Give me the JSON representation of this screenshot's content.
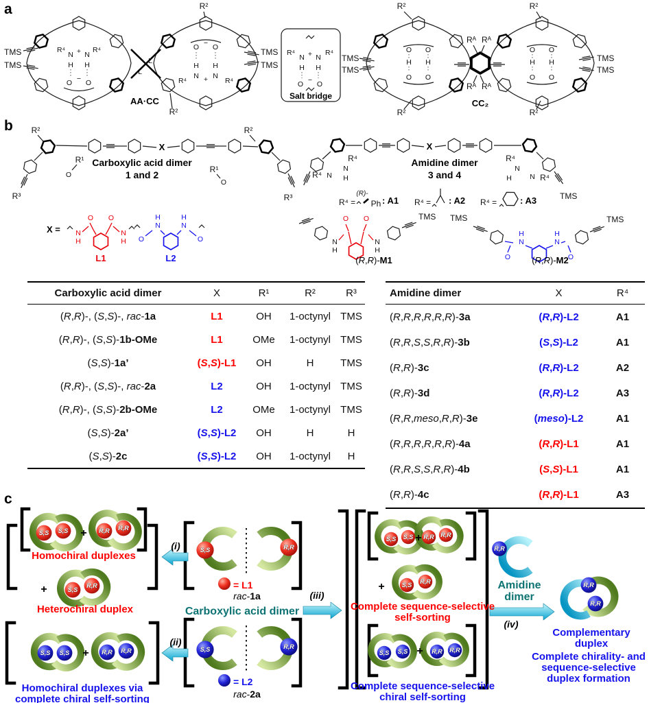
{
  "panel_labels": {
    "a": "a",
    "b": "b",
    "c": "c"
  },
  "atoms": {
    "N": "N",
    "O": "O",
    "H": "H",
    "plus": "+",
    "minus": "−",
    "L": "L",
    "X": "X"
  },
  "labels": {
    "tms": "TMS",
    "r1": "R¹",
    "r2": "R²",
    "r3": "R³",
    "r4": "R⁴",
    "ra": "Rᴬ",
    "aacc": "AA·CC",
    "cc2": "CC₂",
    "salt_bridge": "Salt bridge",
    "carbox_title": "Carboxylic acid dimer",
    "carbox_sub": "1 and 2",
    "amidine_title": "Amidine dimer",
    "amidine_sub": "3 and 4",
    "x_eq": "X =",
    "r4_eq": "R⁴ =",
    "r_conf": "(R)-",
    "ph": "Ph",
    "l1": "L1",
    "l2": "L2",
    "a1": ": A1",
    "a2": ": A2",
    "a3": ": A3",
    "m1": "(R,R)-M1",
    "m2": "(R,R)-M2"
  },
  "tables": {
    "carboxylic": {
      "headers": [
        "Carboxylic acid dimer",
        "X",
        "R¹",
        "R²",
        "R³"
      ],
      "col_keys": [
        "name",
        "x",
        "r1",
        "r2",
        "r3"
      ],
      "rows": [
        {
          "name": "(R,R)-, (S,S)-, rac-1a",
          "x": "L1",
          "x_color": "red",
          "r1": "OH",
          "r2": "1-octynyl",
          "r3": "TMS"
        },
        {
          "name": "(R,R)-, (S,S)-1b-OMe",
          "x": "L1",
          "x_color": "red",
          "r1": "OMe",
          "r2": "1-octynyl",
          "r3": "TMS"
        },
        {
          "name": "(S,S)-1a’",
          "x": "(S,S)-L1",
          "x_color": "red",
          "r1": "OH",
          "r2": "H",
          "r3": "TMS"
        },
        {
          "name": "(R,R)-, (S,S)-, rac-2a",
          "x": "L2",
          "x_color": "blue",
          "r1": "OH",
          "r2": "1-octynyl",
          "r3": "TMS"
        },
        {
          "name": "(R,R)-, (S,S)-2b-OMe",
          "x": "L2",
          "x_color": "blue",
          "r1": "OMe",
          "r2": "1-octynyl",
          "r3": "TMS"
        },
        {
          "name": "(S,S)-2a’",
          "x": "(S,S)-L2",
          "x_color": "blue",
          "r1": "OH",
          "r2": "H",
          "r3": "H"
        },
        {
          "name": "(S,S)-2c",
          "x": "(S,S)-L2",
          "x_color": "blue",
          "r1": "OH",
          "r2": "1-octynyl",
          "r3": "H"
        }
      ]
    },
    "amidine": {
      "headers": [
        "Amidine dimer",
        "X",
        "R⁴"
      ],
      "col_keys": [
        "name",
        "x",
        "r4"
      ],
      "rows": [
        {
          "name": "(R,R,R,R,R,R)-3a",
          "x": "(R,R)-L2",
          "x_color": "blue",
          "r4": "A1"
        },
        {
          "name": "(R,R,S,S,R,R)-3b",
          "x": "(S,S)-L2",
          "x_color": "blue",
          "r4": "A1"
        },
        {
          "name": "(R,R)-3c",
          "x": "(R,R)-L2",
          "x_color": "blue",
          "r4": "A2"
        },
        {
          "name": "(R,R)-3d",
          "x": "(R,R)-L2",
          "x_color": "blue",
          "r4": "A3"
        },
        {
          "name": "(R,R,meso,R,R)-3e",
          "x": "(meso)-L2",
          "x_color": "blue",
          "r4": "A1"
        },
        {
          "name": "(R,R,R,R,R,R)-4a",
          "x": "(R,R)-L1",
          "x_color": "red",
          "r4": "A1"
        },
        {
          "name": "(R,R,S,S,R,R)-4b",
          "x": "(S,S)-L1",
          "x_color": "red",
          "r4": "A1"
        },
        {
          "name": "(R,R)-4c",
          "x": "(R,R)-L1",
          "x_color": "red",
          "r4": "A3"
        }
      ]
    }
  },
  "scheme": {
    "steps": {
      "i": "(i)",
      "ii": "(ii)",
      "iii": "(iii)",
      "iv": "(iv)"
    },
    "ss": "S,S",
    "rr": "R,R",
    "plus": "+",
    "homochiral_duplexes": "Homochiral duplexes",
    "heterochiral_duplex": "Heterochiral duplex",
    "homochiral_via_1": "Homochiral duplexes via",
    "homochiral_via_2": "complete chiral self-sorting",
    "carbox_dimer": "Carboxylic acid dimer",
    "rac_1a": "rac-1a",
    "rac_2a": "rac-2a",
    "eq_l1": "= L1",
    "eq_l2": "= L2",
    "seq_red_1": "Complete sequence-selective",
    "seq_red_2": "self-sorting",
    "seq_blue_1": "Complete sequence-selective",
    "seq_blue_2": "chiral self-sorting",
    "amidine_1": "Amidine",
    "amidine_2": "dimer",
    "comp_1": "Complementary",
    "comp_2": "duplex",
    "final_1": "Complete chirality- and",
    "final_2": "sequence-selective",
    "final_3": "duplex formation"
  },
  "colors": {
    "red": "#ff0000",
    "blue": "#1512ec",
    "teal": "#0d7373",
    "green": "#76a23c",
    "cyan": "#18b7dd"
  }
}
